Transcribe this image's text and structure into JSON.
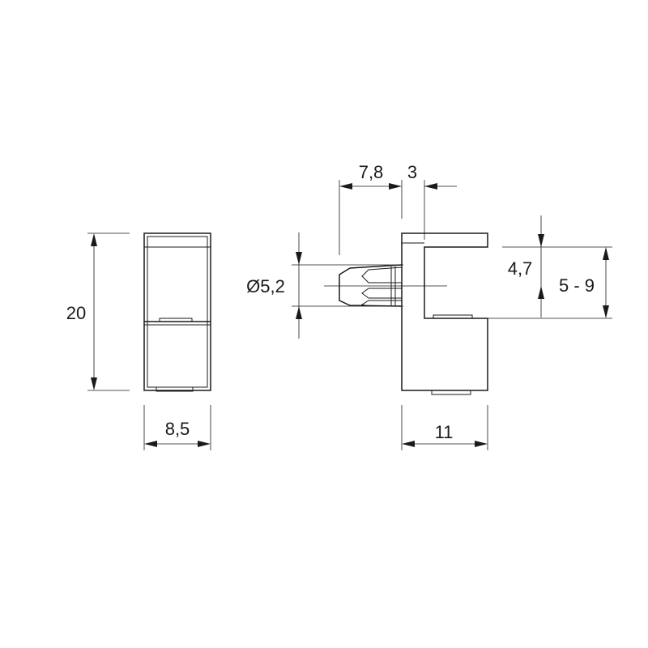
{
  "dimensions": {
    "height": "20",
    "width_front": "8,5",
    "depth_pin": "7,8",
    "thickness_back": "3",
    "pin_diameter": "Ø5,2",
    "slot_offset": "4,7",
    "glass_range": "5 - 9",
    "width_side": "11"
  }
}
